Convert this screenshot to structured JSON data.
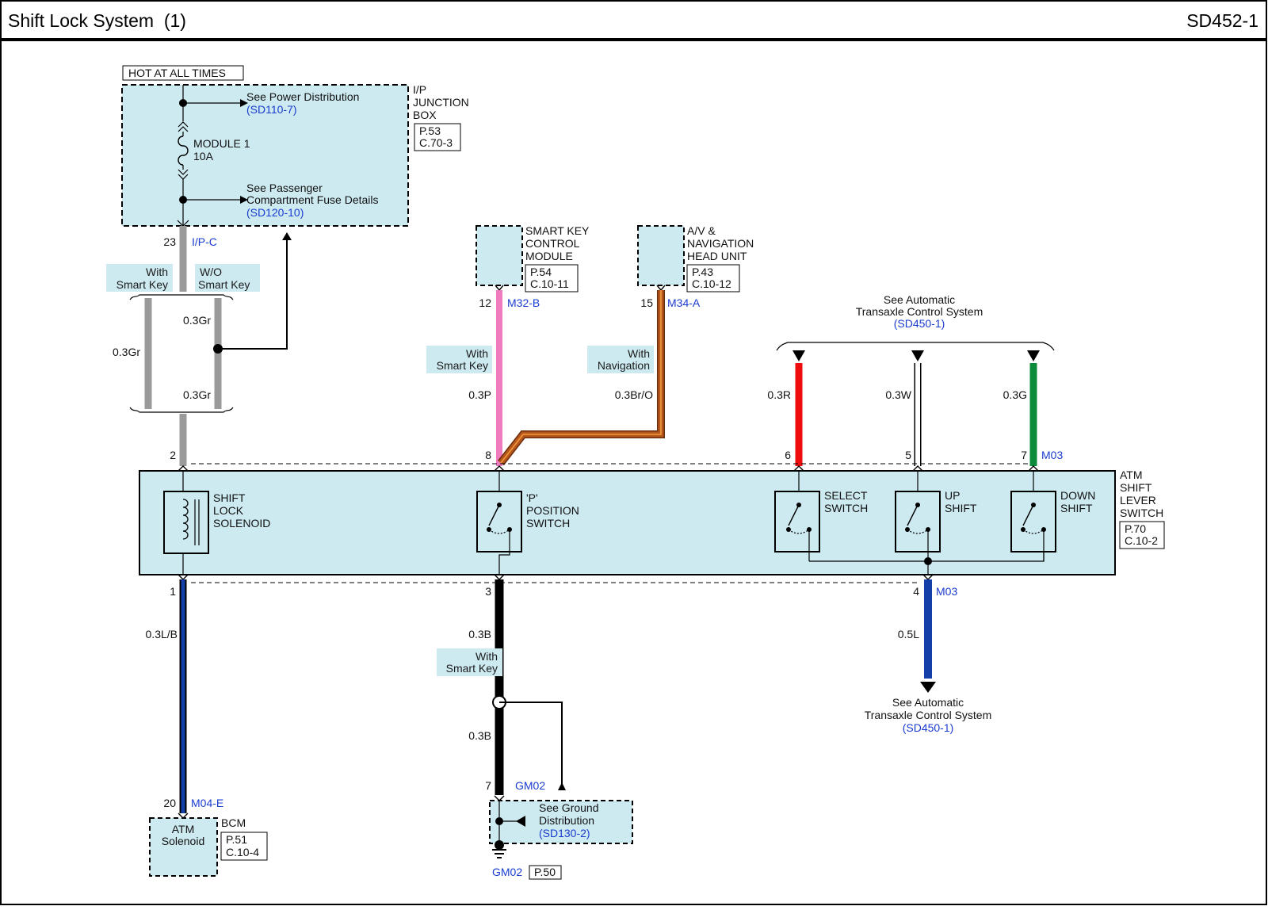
{
  "header": {
    "title": "Shift Lock System  (1)",
    "code": "SD452-1"
  },
  "power": {
    "hot_label": "HOT AT ALL TIMES",
    "see_power_text": "See Power Distribution",
    "see_power_ref": "(SD110-7)",
    "fuse_name": "MODULE 1",
    "fuse_rating": "10A",
    "see_passenger_line1": "See Passenger",
    "see_passenger_line2": "Compartment Fuse Details",
    "see_passenger_ref": "(SD120-10)",
    "jb_name": [
      "I/P",
      "JUNCTION",
      "BOX"
    ],
    "jb_ref": [
      "P.53",
      "C.70-3"
    ],
    "pin": "23",
    "connector": "I/P-C"
  },
  "variants": {
    "with_smart_key": [
      "With",
      "Smart Key"
    ],
    "wo_smart_key": [
      "W/O",
      "Smart Key"
    ],
    "wire_left": "0.3Gr",
    "wire_right_top": "0.3Gr",
    "wire_right_bottom": "0.3Gr"
  },
  "smart_key": {
    "name": [
      "SMART KEY",
      "CONTROL",
      "MODULE"
    ],
    "ref": [
      "P.54",
      "C.10-11"
    ],
    "pin": "12",
    "connector": "M32-B",
    "variant": [
      "With",
      "Smart Key"
    ],
    "wire": "0.3P"
  },
  "av_nav": {
    "name": [
      "A/V &",
      "NAVIGATION",
      "HEAD UNIT"
    ],
    "ref": [
      "P.43",
      "C.10-12"
    ],
    "pin": "15",
    "connector": "M34-A",
    "variant": [
      "With",
      "Navigation"
    ],
    "wire": "0.3Br/O"
  },
  "tcs_top": {
    "line1": "See Automatic",
    "line2": "Transaxle Control System",
    "ref": "(SD450-1)",
    "wires": [
      "0.3R",
      "0.3W",
      "0.3G"
    ]
  },
  "atm_switch": {
    "name": [
      "ATM",
      "SHIFT",
      "LEVER",
      "SWITCH"
    ],
    "ref": [
      "P.70",
      "C.10-2"
    ],
    "top_pins": [
      "2",
      "8",
      "6",
      "5",
      "7"
    ],
    "top_connector": "M03",
    "bottom_pins": [
      "1",
      "3",
      "4"
    ],
    "bottom_connector": "M03",
    "solenoid": [
      "SHIFT",
      "LOCK",
      "SOLENOID"
    ],
    "p_switch": [
      "'P'",
      "POSITION",
      "SWITCH"
    ],
    "select_switch": [
      "SELECT",
      "SWITCH"
    ],
    "up_shift": [
      "UP",
      "SHIFT"
    ],
    "down_shift": [
      "DOWN",
      "SHIFT"
    ]
  },
  "bcm": {
    "wire": "0.3L/B",
    "pin": "20",
    "connector": "M04-E",
    "content": [
      "ATM",
      "Solenoid"
    ],
    "name": "BCM",
    "ref": [
      "P.51",
      "C.10-4"
    ]
  },
  "ground": {
    "wire_top": "0.3B",
    "variant": [
      "With",
      "Smart Key"
    ],
    "wire_bottom": "0.3B",
    "pin": "7",
    "connector": "GM02",
    "see_line1": "See Ground",
    "see_line2": "Distribution",
    "see_ref": "(SD130-2)",
    "ground_name": "GM02",
    "ground_ref": "P.50"
  },
  "tcs_bottom": {
    "wire": "0.5L",
    "line1": "See Automatic",
    "line2": "Transaxle Control System",
    "ref": "(SD450-1)"
  },
  "colors": {
    "panel_fill": "#cdeaf1",
    "grey_wire": "#9a9a9a",
    "pink_wire": "#f07cc0",
    "brown_wire": "#b5561d",
    "orange_stripe": "#f29a3a",
    "red_wire": "#ee0c0c",
    "green_wire": "#0a8a3a",
    "blue_wire": "#143fa8",
    "ref_text": "#1a3ccf"
  }
}
